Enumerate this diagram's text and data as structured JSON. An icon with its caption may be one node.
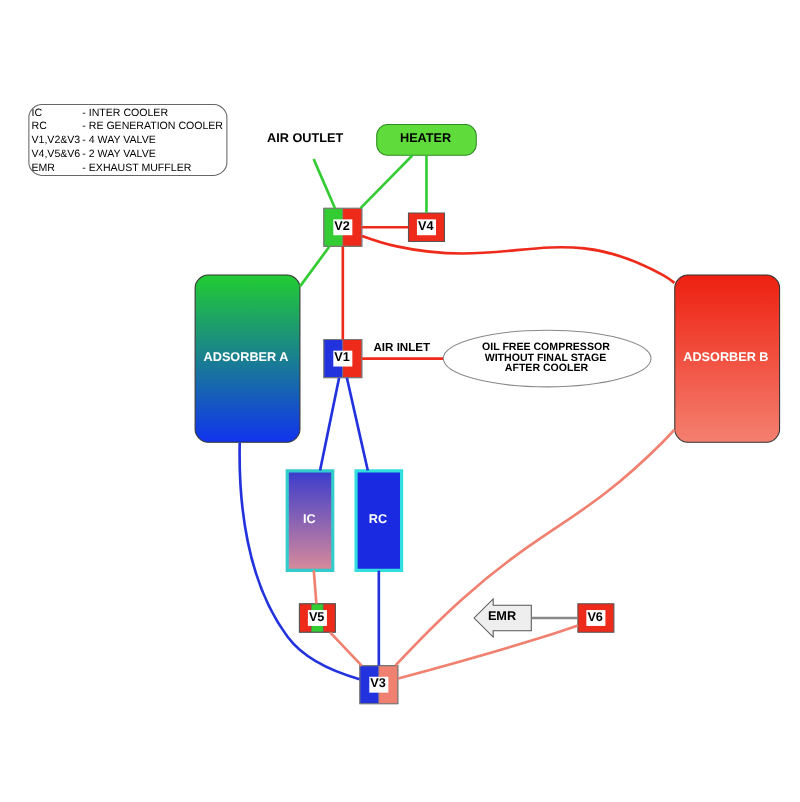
{
  "diagram": {
    "nodes": [
      {
        "text": [
          "AIR OUTLET"
        ]
      },
      {
        "text": [
          "HEATER"
        ]
      },
      {
        "text": [
          "V2"
        ]
      },
      {
        "text": [
          "V4"
        ]
      },
      {
        "text": [
          "ADSORBER A"
        ]
      },
      {
        "text": [
          "ADSORBER B"
        ]
      },
      {
        "text": [
          "V1"
        ]
      },
      {
        "text": [
          "OIL FREE COMPRESSOR WITHOUT FINAL STAGE AFTER COOLER"
        ]
      },
      {
        "text": [
          "IC"
        ]
      },
      {
        "text": [
          "RC"
        ]
      },
      {
        "text": [
          "V5"
        ]
      },
      {
        "text": [
          "EMR"
        ]
      },
      {
        "text": [
          "V6"
        ]
      },
      {
        "text": [
          "V3"
        ]
      }
    ],
    "edges": [
      {
        "from": 0,
        "to": 2,
        "arrow": "none",
        "color": "#33cc33"
      },
      {
        "from": 1,
        "to": 2,
        "arrow": "none",
        "color": "#33cc33"
      },
      {
        "from": 1,
        "to": 3,
        "arrow": "none",
        "color": "#33cc33"
      },
      {
        "from": 2,
        "to": 3,
        "arrow": "none",
        "color": "#ee2a1a"
      },
      {
        "from": 2,
        "to": 4,
        "arrow": "none",
        "color": "#33cc33"
      },
      {
        "from": 2,
        "to": 6,
        "arrow": "none",
        "color": "#ee2a1a"
      },
      {
        "from": 2,
        "to": 5,
        "arrow": "none",
        "color": "#ee2a1a"
      },
      {
        "from": 6,
        "to": 7,
        "arrow": "none",
        "color": "#ee2a1a",
        "label": "AIR INLET"
      },
      {
        "from": 6,
        "to": 8,
        "arrow": "none",
        "color": "#2233dd"
      },
      {
        "from": 6,
        "to": 9,
        "arrow": "none",
        "color": "#2233dd"
      },
      {
        "from": 8,
        "to": 10,
        "arrow": "none",
        "color": "#f08070"
      },
      {
        "from": 10,
        "to": 13,
        "arrow": "none",
        "color": "#f08070"
      },
      {
        "from": 11,
        "to": 12,
        "arrow": "none",
        "color": "#888888"
      },
      {
        "from": 12,
        "to": 13,
        "arrow": "none",
        "color": "#f08070"
      },
      {
        "from": 9,
        "to": 13,
        "arrow": "none",
        "color": "#2233dd"
      },
      {
        "from": 4,
        "to": 13,
        "arrow": "none",
        "color": "#2233dd"
      },
      {
        "from": 5,
        "to": 13,
        "arrow": "none",
        "color": "#f08070"
      }
    ],
    "labels": [
      "IC",
      "- INTER COOLER",
      "RC",
      "- RE GENERATION COOLER",
      "V1,V2&V3",
      "- 4 WAY VALVE",
      "V4,V5&V6",
      "- 2 WAY VALVE",
      "EMR",
      "- EXHAUST MUFFLER"
    ]
  }
}
